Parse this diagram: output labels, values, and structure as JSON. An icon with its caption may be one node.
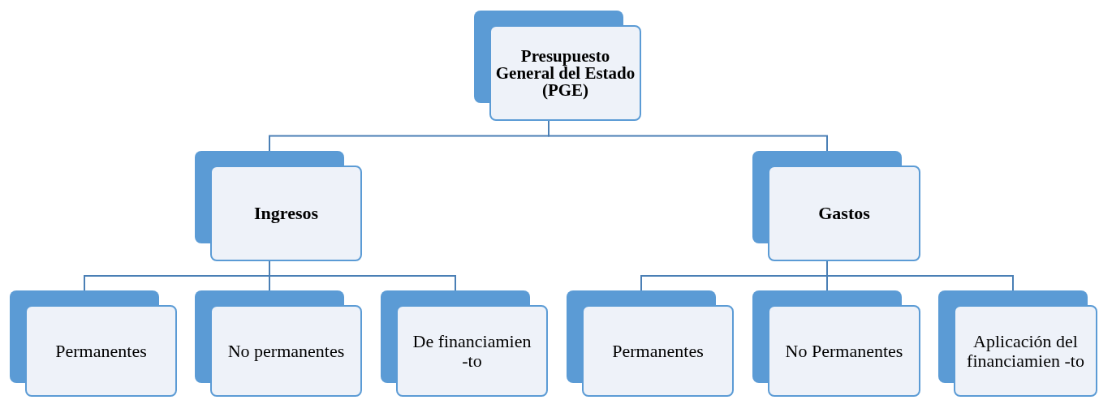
{
  "diagram": {
    "nodes": [
      {
        "text": [
          "Presupuesto General del Estado (PGE)"
        ]
      },
      {
        "text": [
          "Ingresos"
        ]
      },
      {
        "text": [
          "Gastos"
        ]
      },
      {
        "text": [
          "Permanentes"
        ]
      },
      {
        "text": [
          "No permanentes"
        ]
      },
      {
        "text": [
          "De financiamien -to"
        ]
      },
      {
        "text": [
          "Permanentes"
        ]
      },
      {
        "text": [
          "No Permanentes"
        ]
      },
      {
        "text": [
          "Aplicación del financiamien -to"
        ]
      }
    ],
    "edges": [
      {
        "from": 0,
        "to": 1,
        "arrow": "none"
      },
      {
        "from": 0,
        "to": 2,
        "arrow": "none"
      },
      {
        "from": 1,
        "to": 3,
        "arrow": "none"
      },
      {
        "from": 1,
        "to": 4,
        "arrow": "none"
      },
      {
        "from": 1,
        "to": 5,
        "arrow": "none"
      },
      {
        "from": 2,
        "to": 6,
        "arrow": "none"
      },
      {
        "from": 2,
        "to": 7,
        "arrow": "none"
      },
      {
        "from": 2,
        "to": 8,
        "arrow": "none"
      }
    ]
  }
}
